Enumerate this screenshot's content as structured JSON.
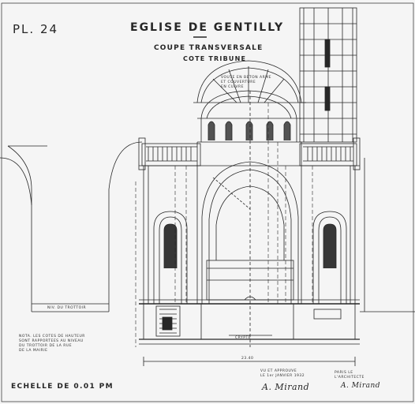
{
  "plate_number": "PL. 24",
  "title": "EGLISE DE GENTILLY",
  "subtitle_line1": "COUPE TRANSVERSALE",
  "subtitle_line2": "COTE TRIBUNE",
  "scale_label": "ECHELLE DE 0.01 PM",
  "ground_label": "NIV. DU TROTTOIR",
  "crypt_label": "CRYPTE",
  "overall_dimension": "23.40",
  "dome_note": [
    "VOUTE EN BETON ARME",
    "ET COUVERTURE",
    "EN CUIVRE"
  ],
  "note_block": [
    "NOTA. LES COTES DE HAUTEUR",
    "SONT RAPPORTEES AU NIVEAU",
    "DU TROTTOIR DE LA RUE",
    "DE LA MAIRIE"
  ],
  "approval": [
    "VU ET APPROUVE",
    "LE 1er JANVIER 1932"
  ],
  "architect": [
    "PARIS LE",
    "L'ARCHITECTE"
  ],
  "signature_left": "A. Mirand",
  "signature_right": "A. Mirand",
  "colors": {
    "paper": "#efefef",
    "ink": "#2a2a2a"
  }
}
